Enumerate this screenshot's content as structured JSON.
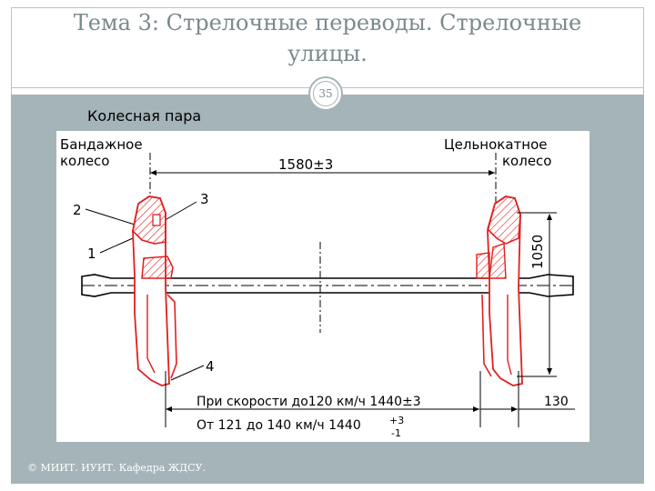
{
  "slide": {
    "title_line1": "Тема 3: Стрелочные переводы. Стрелочные",
    "title_line2": "улицы.",
    "page_number": "35",
    "caption": "Колесная пара",
    "footer": "© МИИТ. ИУИТ. Кафедра ЖДСУ."
  },
  "drawing": {
    "left_wheel_label_1": "Бандажное",
    "left_wheel_label_2": "колесо",
    "right_wheel_label_1": "Цельнокатное",
    "right_wheel_label_2": "колесо",
    "gauge_dimension": "1580±3",
    "height_dimension": "1050",
    "callout_1": "1",
    "callout_2": "2",
    "callout_3": "3",
    "callout_4": "4",
    "speed_line_1": "При скорости до120 км/ч 1440±3",
    "speed_line_2_main": "От 121 до 140 км/ч 1440",
    "speed_line_2_tol_plus": "+3",
    "speed_line_2_tol_minus": "-1",
    "flange_offset": "130"
  },
  "colors": {
    "panel": "#a5b4b8",
    "title_text": "#7a8a8e",
    "wheel_red": "#e02020",
    "line_black": "#000000"
  }
}
